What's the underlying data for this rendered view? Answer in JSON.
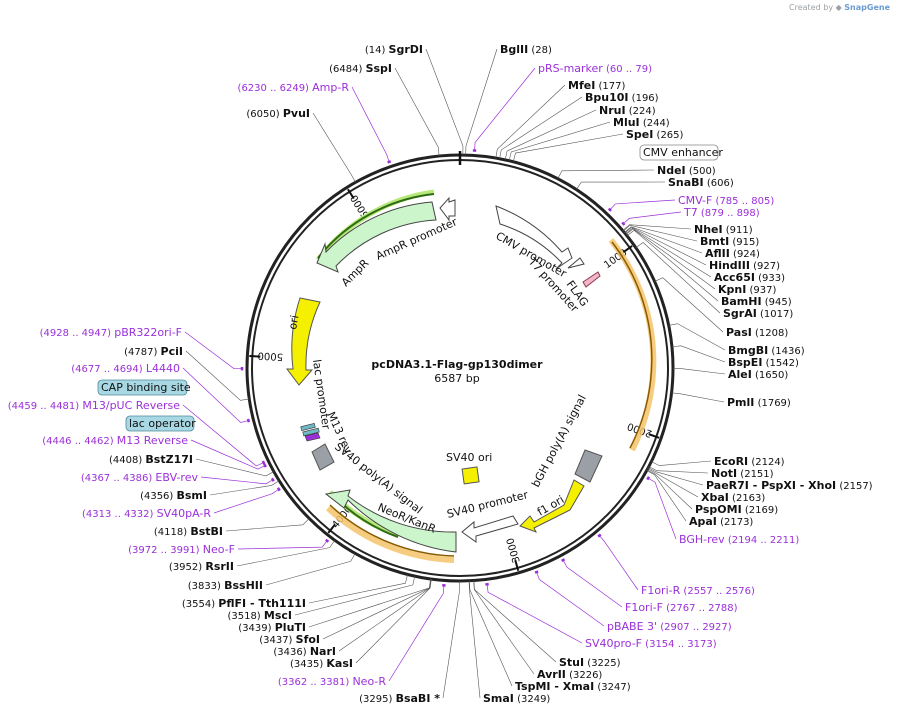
{
  "credit": {
    "prefix": "Created by",
    "brand": "SnapGene"
  },
  "plasmid": {
    "name": "pcDNA3.1-Flag-gp130dimer",
    "size_label": "6587 bp",
    "length": 6587
  },
  "ticks": [
    "1000",
    "2000",
    "3000",
    "4000",
    "5000",
    "6000"
  ],
  "colors": {
    "primer": "#9b30d9",
    "feature_green": "#ccf5cc",
    "ori": "#f5f000",
    "promoter": "#ffffff",
    "polya": "#9aa0a6",
    "halo_orange": "#f5c46a",
    "halo_green": "#b6e87a"
  },
  "sites": [
    {
      "name": "SgrDI",
      "pos": "(14)",
      "side": "left"
    },
    {
      "name": "BglII",
      "pos": "(28)",
      "side": "right"
    },
    {
      "name": "SspI",
      "pos": "(6484)",
      "side": "left"
    },
    {
      "name": "MfeI",
      "pos": "(177)",
      "side": "right"
    },
    {
      "name": "Bpu10I",
      "pos": "(196)",
      "side": "right"
    },
    {
      "name": "NruI",
      "pos": "(224)",
      "side": "right"
    },
    {
      "name": "MluI",
      "pos": "(244)",
      "side": "right"
    },
    {
      "name": "SpeI",
      "pos": "(265)",
      "side": "right"
    },
    {
      "name": "PvuI",
      "pos": "(6050)",
      "side": "left"
    },
    {
      "name": "NdeI",
      "pos": "(500)",
      "side": "right"
    },
    {
      "name": "SnaBI",
      "pos": "(606)",
      "side": "right"
    },
    {
      "name": "NheI",
      "pos": "(911)",
      "side": "right"
    },
    {
      "name": "BmtI",
      "pos": "(915)",
      "side": "right"
    },
    {
      "name": "AflII",
      "pos": "(924)",
      "side": "right"
    },
    {
      "name": "HindIII",
      "pos": "(927)",
      "side": "right"
    },
    {
      "name": "Acc65I",
      "pos": "(933)",
      "side": "right"
    },
    {
      "name": "KpnI",
      "pos": "(937)",
      "side": "right"
    },
    {
      "name": "BamHI",
      "pos": "(945)",
      "side": "right"
    },
    {
      "name": "SgrAI",
      "pos": "(1017)",
      "side": "right"
    },
    {
      "name": "PasI",
      "pos": "(1208)",
      "side": "right"
    },
    {
      "name": "BmgBI",
      "pos": "(1436)",
      "side": "right"
    },
    {
      "name": "BspEI",
      "pos": "(1542)",
      "side": "right"
    },
    {
      "name": "AleI",
      "pos": "(1650)",
      "side": "right"
    },
    {
      "name": "PmlI",
      "pos": "(1769)",
      "side": "right"
    },
    {
      "name": "EcoRI",
      "pos": "(2124)",
      "side": "right"
    },
    {
      "name": "NotI",
      "pos": "(2151)",
      "side": "right"
    },
    {
      "name": "PaeR7I - PspXI - XhoI",
      "pos": "(2157)",
      "side": "right"
    },
    {
      "name": "XbaI",
      "pos": "(2163)",
      "side": "right"
    },
    {
      "name": "PspOMI",
      "pos": "(2169)",
      "side": "right"
    },
    {
      "name": "ApaI",
      "pos": "(2173)",
      "side": "right"
    },
    {
      "name": "PciI",
      "pos": "(4787)",
      "side": "left"
    },
    {
      "name": "BstZ17I",
      "pos": "(4408)",
      "side": "left"
    },
    {
      "name": "BsmI",
      "pos": "(4356)",
      "side": "left"
    },
    {
      "name": "BstBI",
      "pos": "(4118)",
      "side": "left"
    },
    {
      "name": "RsrII",
      "pos": "(3952)",
      "side": "left"
    },
    {
      "name": "BssHII",
      "pos": "(3833)",
      "side": "left"
    },
    {
      "name": "PflFI - Tth111I",
      "pos": "(3554)",
      "side": "left"
    },
    {
      "name": "MscI",
      "pos": "(3518)",
      "side": "left"
    },
    {
      "name": "PluTI",
      "pos": "(3439)",
      "side": "left"
    },
    {
      "name": "SfoI",
      "pos": "(3437)",
      "side": "left"
    },
    {
      "name": "NarI",
      "pos": "(3436)",
      "side": "left"
    },
    {
      "name": "KasI",
      "pos": "(3435)",
      "side": "left"
    },
    {
      "name": "BsaBI *",
      "pos": "(3295)",
      "side": "left"
    },
    {
      "name": "StuI",
      "pos": "(3225)",
      "side": "right"
    },
    {
      "name": "AvrII",
      "pos": "(3226)",
      "side": "right"
    },
    {
      "name": "TspMI - XmaI",
      "pos": "(3247)",
      "side": "right"
    },
    {
      "name": "SmaI",
      "pos": "(3249)",
      "side": "right"
    }
  ],
  "primers": [
    {
      "name": "pRS-marker",
      "range": "(60 .. 79)"
    },
    {
      "name": "Amp-R",
      "range": "(6230 .. 6249)"
    },
    {
      "name": "CMV-F",
      "range": "(785 .. 805)"
    },
    {
      "name": "T7",
      "range": "(879 .. 898)"
    },
    {
      "name": "pBR322ori-F",
      "range": "(4928 .. 4947)"
    },
    {
      "name": "L4440",
      "range": "(4677 .. 4694)"
    },
    {
      "name": "M13/pUC Reverse",
      "range": "(4459 .. 4481)"
    },
    {
      "name": "M13 Reverse",
      "range": "(4446 .. 4462)"
    },
    {
      "name": "EBV-rev",
      "range": "(4367 .. 4386)"
    },
    {
      "name": "SV40pA-R",
      "range": "(4313 .. 4332)"
    },
    {
      "name": "Neo-F",
      "range": "(3972 .. 3991)"
    },
    {
      "name": "Neo-R",
      "range": "(3362 .. 3381)"
    },
    {
      "name": "BGH-rev",
      "range": "(2194 .. 2211)"
    },
    {
      "name": "F1ori-R",
      "range": "(2557 .. 2576)"
    },
    {
      "name": "F1ori-F",
      "range": "(2767 .. 2788)"
    },
    {
      "name": "pBABE 3'",
      "range": "(2907 .. 2927)"
    },
    {
      "name": "SV40pro-F",
      "range": "(3154 .. 3173)"
    }
  ],
  "boxed_labels": [
    "CMV enhancer",
    "CAP binding site",
    "lac operator"
  ],
  "features": [
    {
      "name": "CMV promoter"
    },
    {
      "name": "T7 promoter"
    },
    {
      "name": "FLAG"
    },
    {
      "name": "bGH poly(A) signal"
    },
    {
      "name": "f1 ori"
    },
    {
      "name": "SV40 promoter"
    },
    {
      "name": "SV40 ori"
    },
    {
      "name": "NeoR/KanR"
    },
    {
      "name": "SV40 poly(A) signal"
    },
    {
      "name": "M13 rev"
    },
    {
      "name": "lac promoter"
    },
    {
      "name": "ori"
    },
    {
      "name": "AmpR"
    },
    {
      "name": "AmpR promoter"
    }
  ]
}
